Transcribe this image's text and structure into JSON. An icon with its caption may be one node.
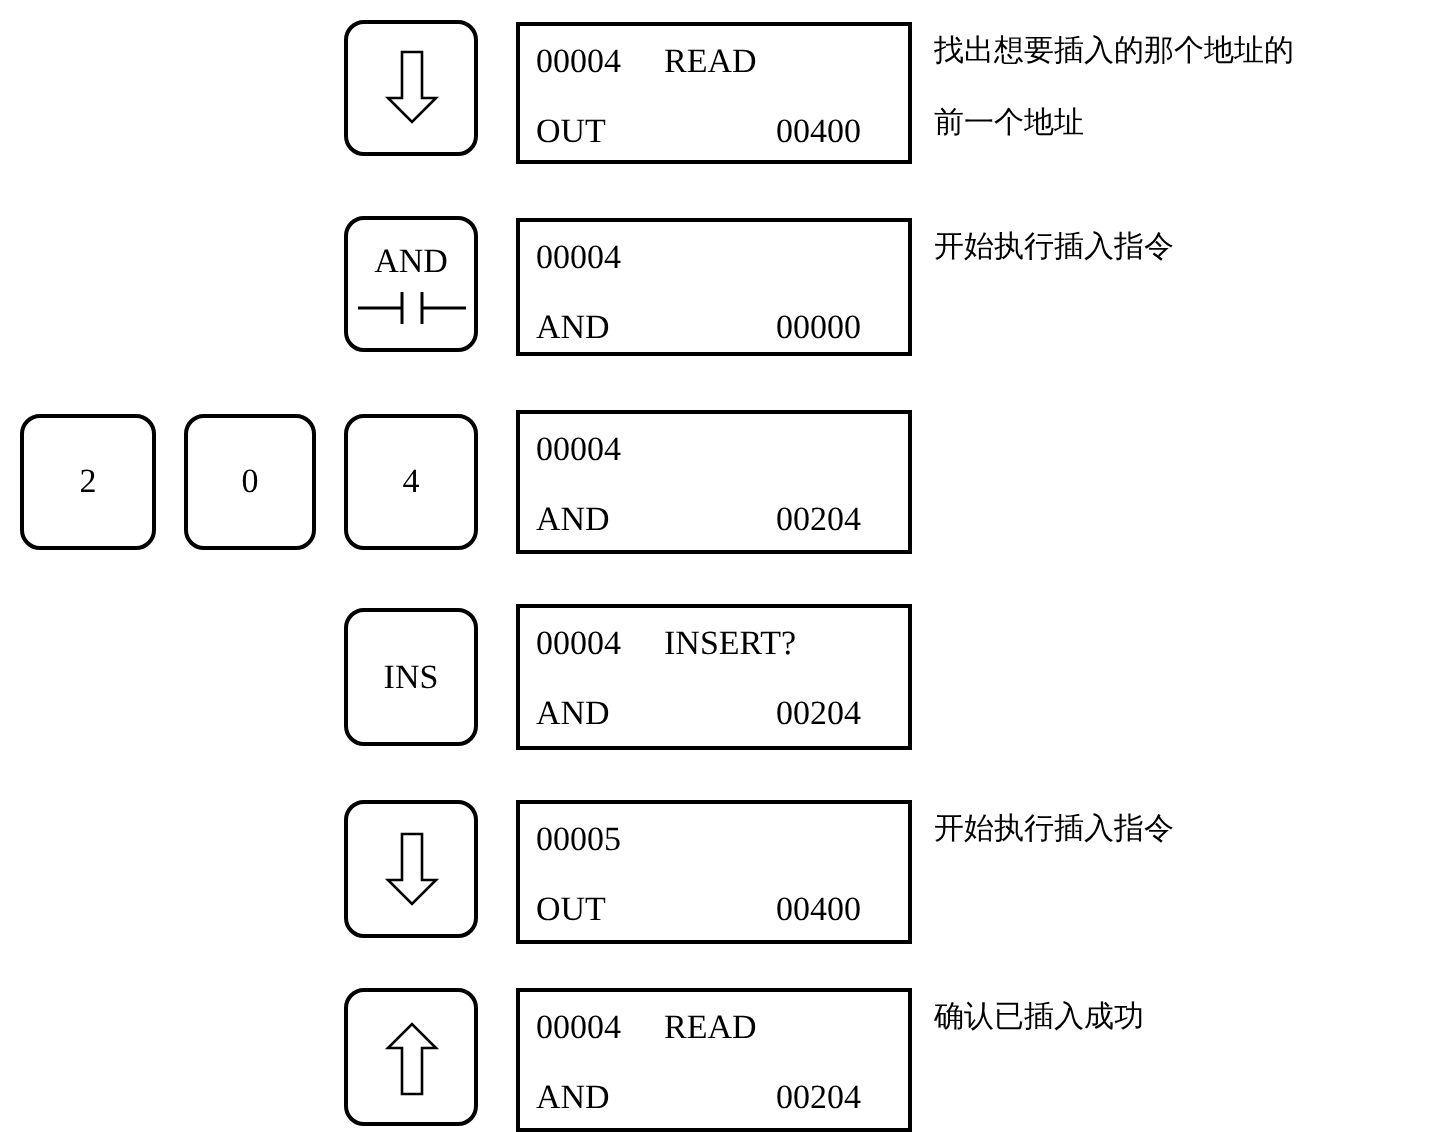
{
  "diagram": {
    "nodes": [
      {
        "text": [],
        "shape": "box"
      },
      {
        "text": [
          "00004",
          "READ",
          "OUT",
          "00400"
        ],
        "beside": [
          "找出想要插入的那个地址的前一个地址"
        ]
      },
      {
        "text": [
          "AND"
        ]
      },
      {
        "text": [
          "00004",
          "AND",
          "00000"
        ],
        "beside": [
          "开始执行插入指令"
        ]
      },
      {
        "text": [
          "2"
        ]
      },
      {
        "text": [
          "0"
        ]
      },
      {
        "text": [
          "4"
        ]
      },
      {
        "text": [
          "00004",
          "AND",
          "00204"
        ]
      },
      {
        "text": [
          "INS"
        ]
      },
      {
        "text": [
          "00004",
          "INSERT?",
          "AND",
          "00204"
        ]
      },
      {
        "text": [],
        "shape": "box"
      },
      {
        "text": [
          "00005",
          "OUT",
          "00400"
        ],
        "beside": [
          "开始执行插入指令"
        ]
      },
      {
        "text": [],
        "shape": "box"
      },
      {
        "text": [
          "00004",
          "READ",
          "AND",
          "00204"
        ],
        "beside": [
          "确认已插入成功"
        ]
      }
    ],
    "edges": []
  }
}
